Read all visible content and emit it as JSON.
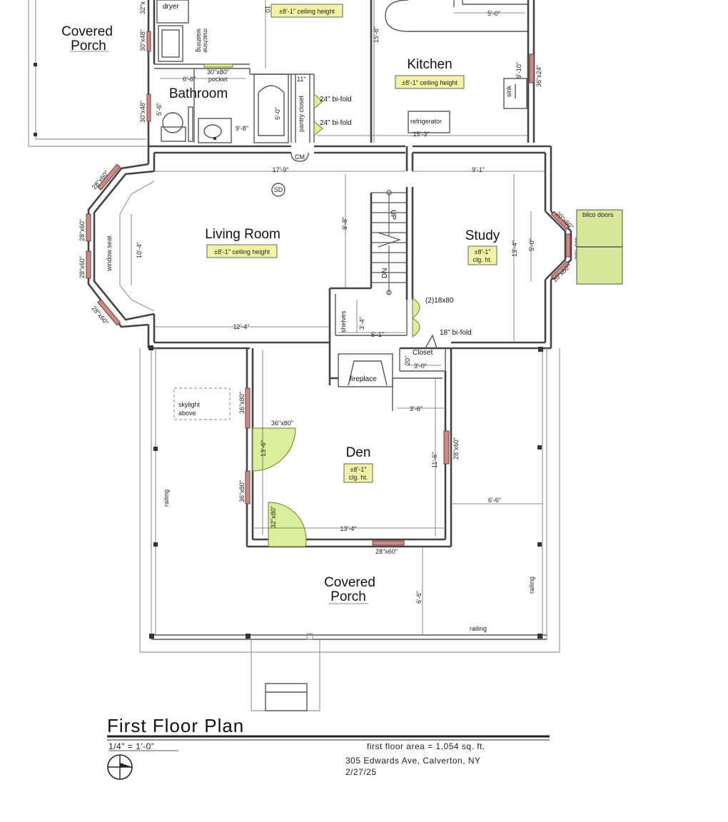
{
  "rooms": {
    "covered_porch_top": {
      "line1": "Covered",
      "line2": "Porch"
    },
    "kitchen": {
      "name": "Kitchen",
      "height": "±8'-1\" ceiling height"
    },
    "upper_height": "±8'-1\" ceiling height",
    "bathroom": {
      "name": "Bathroom"
    },
    "living_room": {
      "name": "Living Room",
      "height": "±8'-1\" ceiling height"
    },
    "study": {
      "name": "Study",
      "height_line1": "±8'-1\"",
      "height_line2": "clg. ht."
    },
    "den": {
      "name": "Den",
      "height_line1": "±8'-1\"",
      "height_line2": "clg. ht."
    },
    "covered_porch_bottom": {
      "line1": "Covered",
      "line2": "Porch"
    }
  },
  "labels": {
    "dryer": "dryer",
    "washing_machine_1": "washing",
    "washing_machine_2": "machine",
    "pocket_size": "30\"x80\"",
    "pocket": "pocket",
    "pantry_closet": "pantry closet",
    "bifold_24_a": "24\" bi-fold",
    "bifold_24_b": "24\" bi-fold",
    "refrigerator": "refrigerator",
    "sink": "sink",
    "cm": "CM",
    "sd": "SD",
    "window_seat": "window seat",
    "bilco_doors": "bilco doors",
    "stairs_up": "UP",
    "stairs_dn": "DN",
    "shelves": "shelves",
    "doors_18x80": "(2)18x80",
    "bifold_18": "18\" bi-fold",
    "closet": "Closet",
    "fireplace": "fireplace",
    "skylight_1": "skylight",
    "skylight_2": "above",
    "railing_left": "railing",
    "railing_right": "railing",
    "railing_bottom": "railing"
  },
  "dimensions": {
    "d_5_0_top": "5'-0\"",
    "d_15_8": "15'-8\"",
    "d_9_10": "9'-10\"",
    "d_6_8": "6'-8\"",
    "d_11": "11\"",
    "d_5_6": "5'-6\"",
    "d_9_8_bath": "9'-8\"",
    "d_5_0_tub": "5'-0\"",
    "d_15_3": "15'-3\"",
    "d_17_9": "17'-9\"",
    "d_9_1": "9'-1\"",
    "d_10_4": "10'-4\"",
    "d_9_8_living": "9'-8\"",
    "d_13_4_study": "13'-4\"",
    "d_5_0_study": "5'-0\"",
    "d_3_4": "3'-4\"",
    "d_5_1": "5'-1\"",
    "d_12_4": "12'-4\"",
    "d_20": "20\"",
    "d_3_0": "3'-0\"",
    "d_3_6": "3'-6\"",
    "d_13_6": "13'-6\"",
    "d_11_6": "11'-6\"",
    "d_13_4_den": "13'-4\"",
    "d_6_6_right": "6'-6\"",
    "d_6_6_porch": "6'-6\"",
    "d_10_top": "10"
  },
  "openings": {
    "w_32_top": "32\"x",
    "w_30x48_a": "30\"x48\"",
    "w_30x48_b": "30\"x48\"",
    "w_36x24": "36\"x24\"",
    "w_28x60_a": "28\"x60\"",
    "w_28x60_b": "28\"x60\"",
    "w_28x60_c": "28\"x60\"",
    "w_28x60_d": "28\"x60\"",
    "w_20x60_a": "20\"x60\"",
    "w_20x60_b": "20\"x60\"",
    "w_20x60_c": "20\"x60\"",
    "d_36x80_a": "36\"x80\"",
    "d_36x80_b": "36\"x80\"",
    "d_36x80_c": "36\"x80\"",
    "d_32x80": "32\"x80\"",
    "w_28x60_den_right": "28\"x60\"",
    "w_28x60_den_bottom": "28\"x60\""
  },
  "title_block": {
    "title": "First  Floor  Plan",
    "scale": "1/4\" = 1'-0\"",
    "area": "first floor area = 1,054 sq. ft.",
    "address": "305 Edwards Ave, Calverton, NY",
    "date": "2/27/25"
  },
  "icons": [
    "north-arrow-icon",
    "smoke-detector-icon",
    "toilet-icon",
    "bathtub-icon",
    "sink-icon"
  ]
}
